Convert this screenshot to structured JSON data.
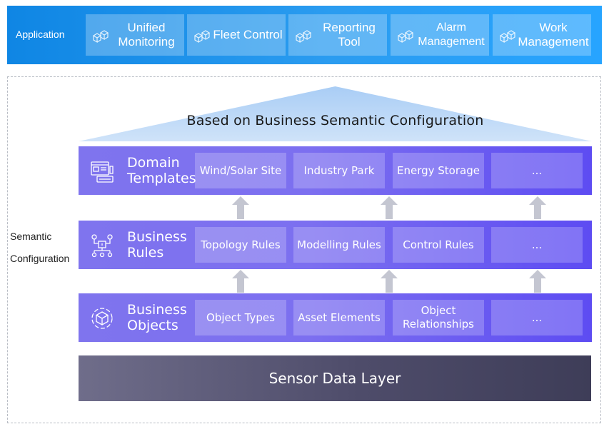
{
  "application": {
    "title": "Application",
    "cards": [
      {
        "label": "Unified Monitoring",
        "icon": "boxes-icon"
      },
      {
        "label": "Fleet Control",
        "icon": "boxes-icon"
      },
      {
        "label": "Reporting Tool",
        "icon": "boxes-icon"
      },
      {
        "label": "Alarm Management",
        "icon": "boxes-icon"
      },
      {
        "label": "Work Management",
        "icon": "boxes-icon"
      }
    ]
  },
  "semantic": {
    "label_line1": "Semantic",
    "label_line2": "Configuration",
    "roof_text": "Based on Business Semantic Configuration"
  },
  "layers": [
    {
      "title_line1": "Domain",
      "title_line2": "Templates",
      "icon": "template-icon",
      "cells": [
        "Wind/Solar Site",
        "Industry Park",
        "Energy Storage",
        "..."
      ]
    },
    {
      "title_line1": "Business",
      "title_line2": "Rules",
      "icon": "rules-icon",
      "cells": [
        "Topology Rules",
        "Modelling Rules",
        "Control Rules",
        "..."
      ]
    },
    {
      "title_line1": "Business",
      "title_line2": "Objects",
      "icon": "cube-icon",
      "cells": [
        "Object Types",
        "Asset Elements",
        "Object Relationships",
        "..."
      ]
    }
  ],
  "sensor_layer": {
    "label": "Sensor Data Layer"
  },
  "colors": {
    "app_bar": "#0f86e4",
    "layer_start": "#7f74ee",
    "layer_end": "#5d4cf2",
    "roof": "#bcd9f7",
    "sensor": "#4e4c6a",
    "arrow": "#c4c6d1"
  }
}
